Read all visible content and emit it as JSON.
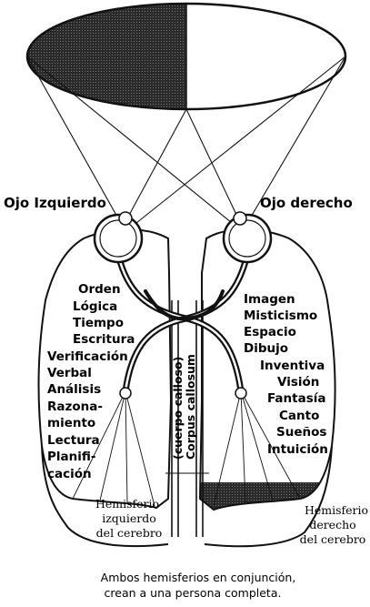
{
  "eyes": {
    "left_label": "Ojo Izquierdo",
    "right_label": "Ojo derecho"
  },
  "left_functions": [
    "Orden",
    "Lógica",
    "Tiempo",
    "Escritura",
    "Verificación",
    "Verbal",
    "Análisis",
    "Razona-",
    "miento",
    "Lectura",
    "Planifi-",
    "cación"
  ],
  "right_functions": [
    "Imagen",
    "Misticismo",
    "Espacio",
    "Dibujo",
    "Inventiva",
    "Visión",
    "Fantasía",
    "Canto",
    "Sueños",
    "Intuición"
  ],
  "corpus_callosum": {
    "spanish": "(cuerpo calloso)",
    "latin": "Corpus callosum"
  },
  "hemispheres": {
    "left": [
      "Hemisferio",
      "izquierdo",
      "del cerebro"
    ],
    "right": [
      "Hemisferio",
      "derecho",
      "del cerebro"
    ]
  },
  "caption": [
    "Ambos hemisferios en conjunción,",
    "crean a una persona completa."
  ]
}
